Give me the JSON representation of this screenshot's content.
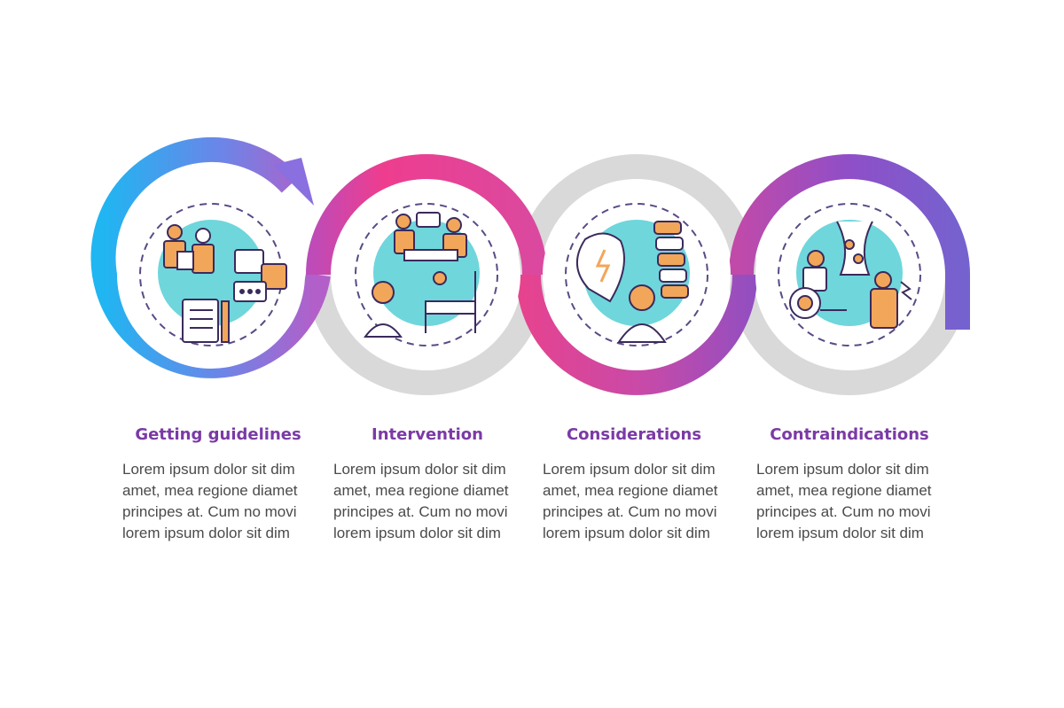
{
  "colors": {
    "title": "#7b3aa6",
    "body_text": "#4a4a4a",
    "ring_gray": "#d9d9d9",
    "teal_blob": "#6fd6dc",
    "gradient_start": "#1fb6f2",
    "gradient_pink": "#ee3d8f",
    "gradient_purple": "#8b4fc6",
    "gradient_end": "#7a5fd0"
  },
  "steps": [
    {
      "title": "Getting guidelines",
      "icon": "doctor-patient-consultation-icon",
      "body": [
        "Lorem ipsum dolor sit dim",
        "amet, mea regione diamet",
        "principes at. Cum no movi",
        "lorem ipsum dolor sit dim"
      ]
    },
    {
      "title": "Intervention",
      "icon": "nurse-hospital-bed-icon",
      "body": [
        "Lorem ipsum dolor sit dim",
        "amet, mea regione diamet",
        "principes at. Cum no movi",
        "lorem ipsum dolor sit dim"
      ]
    },
    {
      "title": "Considerations",
      "icon": "heart-spine-pain-icon",
      "body": [
        "Lorem ipsum dolor sit dim",
        "amet, mea regione diamet",
        "principes at. Cum no movi",
        "lorem ipsum dolor sit dim"
      ]
    },
    {
      "title": "Contraindications",
      "icon": "wheelchair-blood-vessel-icon",
      "body": [
        "Lorem ipsum dolor sit dim",
        "amet, mea regione diamet",
        "principes at. Cum no movi",
        "lorem ipsum dolor sit dim"
      ]
    }
  ]
}
